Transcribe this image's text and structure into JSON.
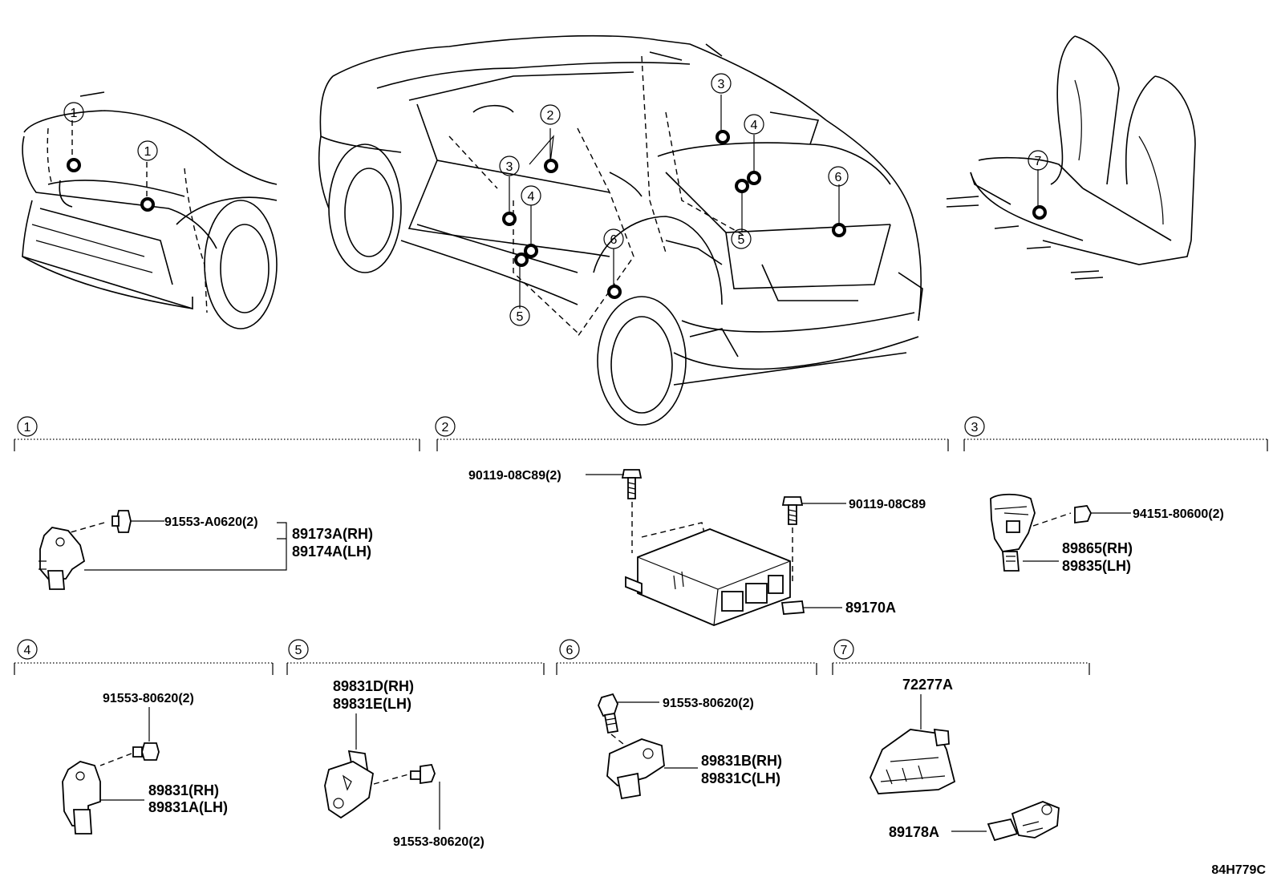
{
  "diagram_id": "84H779C",
  "callout_numbers": [
    "1",
    "2",
    "3",
    "4",
    "5",
    "6",
    "7"
  ],
  "sections": [
    {
      "number": "1",
      "parts": [
        "91553-A0620(2)",
        "89173A(RH)",
        "89174A(LH)"
      ]
    },
    {
      "number": "2",
      "parts": [
        "90119-08C89(2)",
        "90119-08C89",
        "89170A"
      ]
    },
    {
      "number": "3",
      "parts": [
        "94151-80600(2)",
        "89865(RH)",
        "89835(LH)"
      ]
    },
    {
      "number": "4",
      "parts": [
        "91553-80620(2)",
        "89831(RH)",
        "89831A(LH)"
      ]
    },
    {
      "number": "5",
      "parts": [
        "89831D(RH)",
        "89831E(LH)",
        "91553-80620(2)"
      ]
    },
    {
      "number": "6",
      "parts": [
        "91553-80620(2)",
        "89831B(RH)",
        "89831C(LH)"
      ]
    },
    {
      "number": "7",
      "parts": [
        "72277A",
        "89178A"
      ]
    }
  ]
}
